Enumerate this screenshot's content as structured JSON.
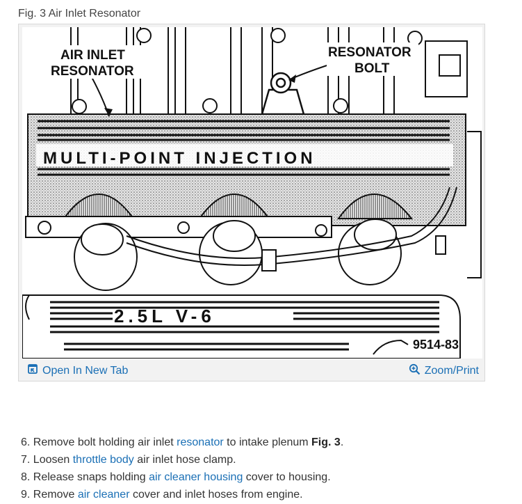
{
  "caption": "Fig. 3 Air Inlet Resonator",
  "figure": {
    "labels": {
      "air_inlet_line1": "AIR INLET",
      "air_inlet_line2": "RESONATOR",
      "resonator_line1": "RESONATOR",
      "resonator_line2": "BOLT",
      "plenum_text": "MULTI-POINT INJECTION",
      "engine_text": "2.5L V-6",
      "figure_code": "9514-83"
    },
    "toolbar": {
      "open_tab": "Open In New Tab",
      "zoom_print": "Zoom/Print"
    }
  },
  "steps": [
    {
      "num": "6.",
      "pre": "Remove bolt holding air inlet ",
      "link": "resonator",
      "mid": " to intake plenum ",
      "bold": "Fig. 3",
      "post": "."
    },
    {
      "num": "7.",
      "pre": "Loosen ",
      "link": "throttle body",
      "post": " air inlet hose clamp."
    },
    {
      "num": "8.",
      "pre": "Release snaps holding ",
      "link": "air cleaner housing",
      "post": " cover to housing."
    },
    {
      "num": "9.",
      "pre": "Remove ",
      "link": "air cleaner",
      "post": " cover and inlet hoses from engine."
    }
  ],
  "colors": {
    "link": "#1a6fb5",
    "text": "#333333"
  },
  "icons": {
    "open_tab": "open-new-tab-icon",
    "zoom": "zoom-magnifier-icon"
  }
}
